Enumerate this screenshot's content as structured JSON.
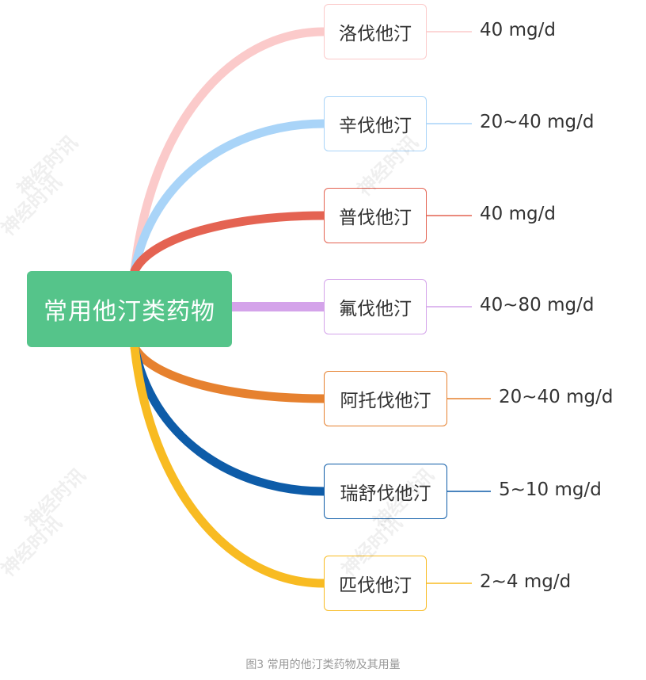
{
  "root": {
    "label": "常用他汀类药物",
    "color": "#55c48a"
  },
  "branches": [
    {
      "drug": "洛伐他汀",
      "dose": "40 mg/d",
      "color": "#fbcaca"
    },
    {
      "drug": "辛伐他汀",
      "dose": "20~40 mg/d",
      "color": "#a9d4f8"
    },
    {
      "drug": "普伐他汀",
      "dose": "40 mg/d",
      "color": "#e46352"
    },
    {
      "drug": "氟伐他汀",
      "dose": "40~80 mg/d",
      "color": "#d4a3ea"
    },
    {
      "drug": "阿托伐他汀",
      "dose": "20~40 mg/d",
      "color": "#e6812f"
    },
    {
      "drug": "瑞舒伐他汀",
      "dose": "5~10 mg/d",
      "color": "#0e5ca8"
    },
    {
      "drug": "匹伐他汀",
      "dose": "2~4 mg/d",
      "color": "#f8bb22"
    }
  ],
  "watermark": "神经时讯",
  "caption": "图3 常用的他汀类药物及其用量"
}
